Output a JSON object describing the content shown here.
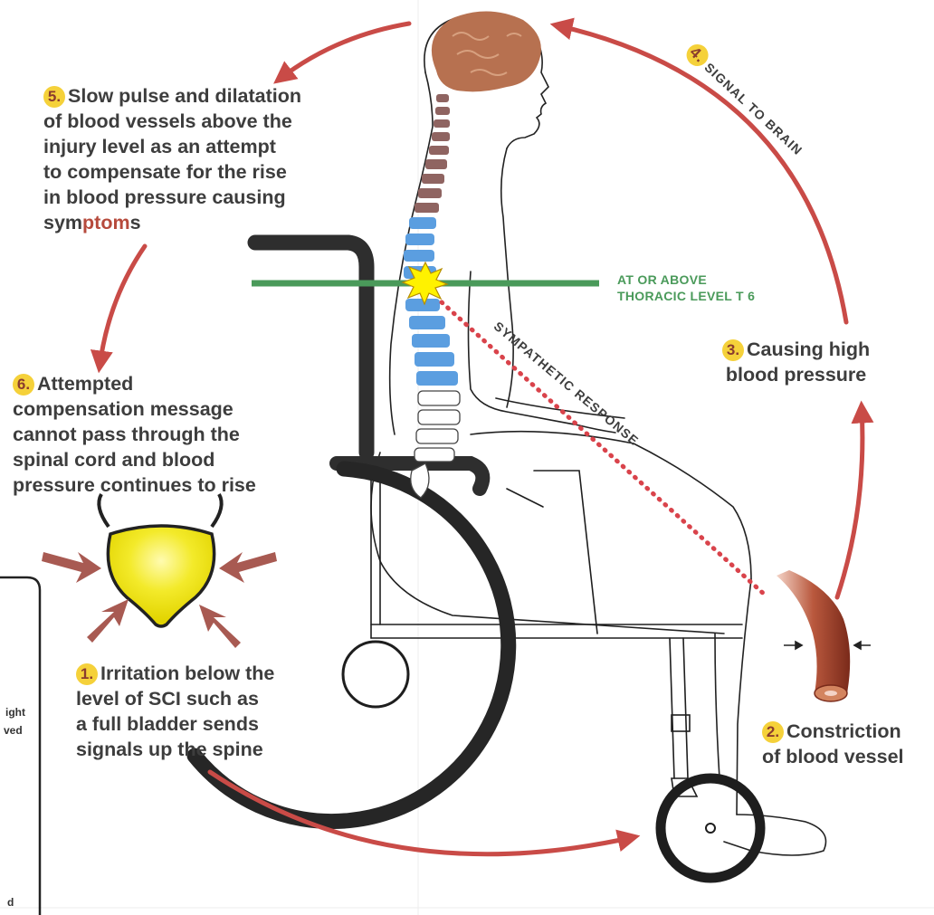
{
  "steps": {
    "s1": {
      "num": "1.",
      "lines": [
        "Irritation below the",
        "level of SCI such as",
        "a full bladder sends",
        "signals up the spine"
      ]
    },
    "s2": {
      "num": "2.",
      "lines": [
        "Constriction",
        "of blood vessel"
      ]
    },
    "s3": {
      "num": "3.",
      "lines": [
        "Causing high",
        "blood pressure"
      ]
    },
    "s4": {
      "num": "4.",
      "label": "SIGNAL TO BRAIN"
    },
    "s5": {
      "num": "5.",
      "lines": [
        "Slow pulse and dilatation",
        "of blood vessels above the",
        "injury level as an attempt",
        "to compensate for the rise",
        "in blood pressure causing"
      ],
      "last_prefix": "sym",
      "last_red": "ptom",
      "last_suffix": "s"
    },
    "s6": {
      "num": "6.",
      "lines": [
        "Attempted",
        "compensation message",
        "cannot pass through the",
        "spinal cord and blood",
        "pressure continues to rise"
      ]
    }
  },
  "level_label": [
    "AT OR ABOVE",
    "THORACIC LEVEL T 6"
  ],
  "sympathetic_label": "SYMPATHETIC RESPONSE",
  "side_fragments": [
    "ight",
    "ved",
    "d"
  ],
  "colors": {
    "arrow": "#c94b47",
    "badge": "#f5d13a",
    "spine_upper": "#8f6461",
    "spine_lower": "#5b9ee0",
    "level_line": "#4a9a5a",
    "brain": "#b77150"
  }
}
